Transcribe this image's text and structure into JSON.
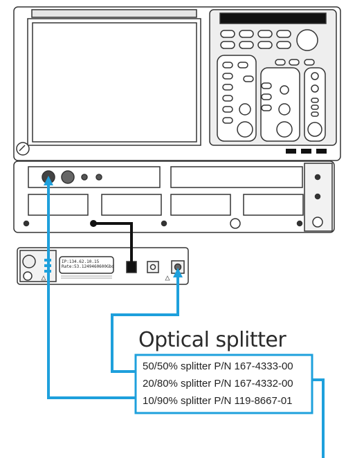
{
  "splitter": {
    "title": "Optical splitter",
    "parts": [
      "50/50% splitter P/N 167-4333-00",
      "20/80% splitter P/N 167-4332-00",
      "10/90% splitter P/N 119-8667-01"
    ]
  },
  "module_display": {
    "ip_line": "IP:134.62.10.15",
    "rate_line": "Rate:53.1249460600Gbd"
  },
  "colors": {
    "fiber": "#1ea0dc",
    "electrical_cable": "#111111",
    "outline": "#333333"
  }
}
